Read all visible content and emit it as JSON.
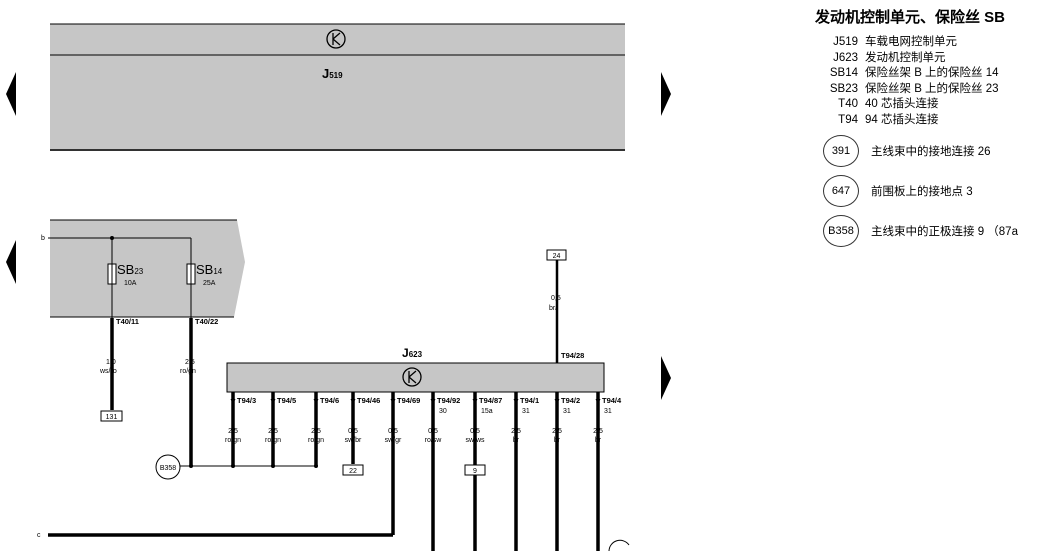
{
  "legend": {
    "title": "发动机控制单元、保险丝 SB",
    "items": [
      {
        "code": "J519",
        "desc": "车载电网控制单元"
      },
      {
        "code": "J623",
        "desc": "发动机控制单元"
      },
      {
        "code": "SB14",
        "desc": "保险丝架 B 上的保险丝 14"
      },
      {
        "code": "SB23",
        "desc": "保险丝架 B 上的保险丝 23"
      },
      {
        "code": "T40",
        "desc": "40 芯插头连接"
      },
      {
        "code": "T94",
        "desc": "94 芯插头连接"
      }
    ],
    "ground_points": [
      {
        "code": "391",
        "desc": "主线束中的接地连接 26"
      },
      {
        "code": "647",
        "desc": "前围板上的接地点 3"
      },
      {
        "code": "B358",
        "desc": "主线束中的正极连接 9 （87a"
      }
    ]
  },
  "diagram": {
    "j519": {
      "label": "J",
      "sub": "519"
    },
    "j623": {
      "label": "J",
      "sub": "623"
    },
    "fuse_sb23": {
      "label": "SB",
      "sub": "23",
      "rating": "10A"
    },
    "fuse_sb14": {
      "label": "SB",
      "sub": "14",
      "rating": "25A"
    },
    "wire_labels": {
      "b": "b",
      "c": "c"
    },
    "t40_pins": [
      {
        "pin": "T40/11",
        "size": "1,0",
        "color": "ws/ro",
        "ref": "131"
      },
      {
        "pin": "T40/22",
        "size": "2,5",
        "color": "ro/gn"
      }
    ],
    "b358_label": "B358",
    "top_wire": {
      "ref": "24",
      "size": "0,5",
      "color": "br/",
      "pin": "T94/28"
    },
    "t94_pins": [
      {
        "pin": "T94/3",
        "size": "2,5",
        "color": "ro/gn",
        "extra": ""
      },
      {
        "pin": "T94/5",
        "size": "2,5",
        "color": "ro/gn",
        "extra": ""
      },
      {
        "pin": "T94/6",
        "size": "2,5",
        "color": "ro/gn",
        "extra": ""
      },
      {
        "pin": "T94/46",
        "size": "0,5",
        "color": "sw/br",
        "extra": "",
        "ref": "22"
      },
      {
        "pin": "T94/69",
        "size": "0,5",
        "color": "sw/gr",
        "extra": ""
      },
      {
        "pin": "T94/92",
        "size": "0,5",
        "color": "ro/sw",
        "extra": "30"
      },
      {
        "pin": "T94/87",
        "size": "0,5",
        "color": "sw/ws",
        "extra": "15a",
        "ref": "9"
      },
      {
        "pin": "T94/1",
        "size": "2,5",
        "color": "br",
        "extra": "31"
      },
      {
        "pin": "T94/2",
        "size": "2,5",
        "color": "br",
        "extra": "31"
      },
      {
        "pin": "T94/4",
        "size": "2,5",
        "color": "br",
        "extra": "31"
      }
    ]
  },
  "navigation": {
    "left_arrows": 2,
    "right_arrows": 2
  }
}
